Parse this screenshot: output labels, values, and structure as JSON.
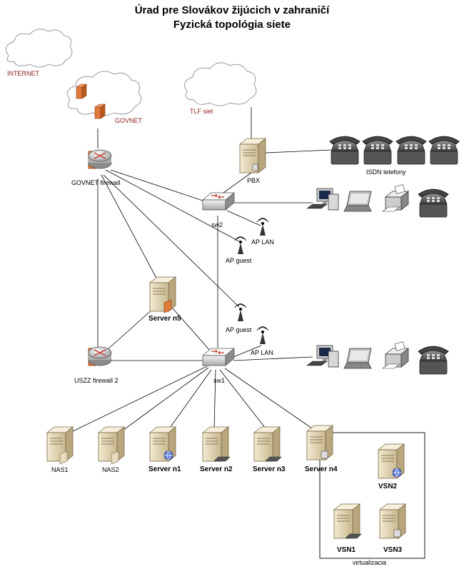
{
  "title_line1": "Úrad pre Slovákov žijúcich v zahraničí",
  "title_line2": "Fyzická topológia siete",
  "labels": {
    "internet": "INTERNET",
    "govnet": "GOVNET",
    "tlf_siet": "TLF siet",
    "pbx": "PBX",
    "isdn": "ISDN telefony",
    "govnet_firewall": "GOVNET firewall",
    "sw2": "sw2",
    "ap_lan_top": "AP LAN",
    "ap_guest_top": "AP guest",
    "server5": "Server n5",
    "ap_guest_mid": "AP guest",
    "ap_lan_mid": "AP LAN",
    "uszz_firewall": "USZZ firewall 2",
    "sw1": "sw1",
    "nas1": "NAS1",
    "nas2": "NAS2",
    "server1": "Server n1",
    "server2": "Server n2",
    "server3": "Server n3",
    "server4": "Server n4",
    "vsn1": "VSN1",
    "vsn2": "VSN2",
    "vsn3": "VSN3",
    "virtualizacia": "virtualizacia"
  },
  "colors": {
    "line": "#000000",
    "server_beige": "#e8dcc0",
    "firewall_orange": "#e07a3a",
    "switch_gray": "#d0d0d0",
    "label_red": "#8b1a1a"
  }
}
